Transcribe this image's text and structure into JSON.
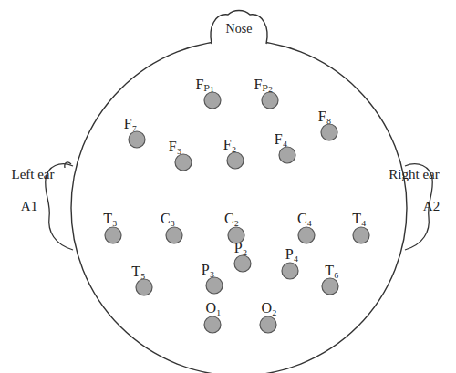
{
  "diagram": {
    "labels": [
      "Nose",
      "Fₚ₁",
      "Fₚ₂",
      "F₇",
      "F₃",
      "F₂",
      "F₄",
      "F₈",
      "Left ear",
      "Right ear",
      "T₃",
      "C₃",
      "C₂",
      "C₄",
      "T₄",
      "A1",
      "A2",
      "P₃",
      "P₂",
      "P₄",
      "T₅",
      "T₆",
      "O₁",
      "O₂"
    ]
  }
}
